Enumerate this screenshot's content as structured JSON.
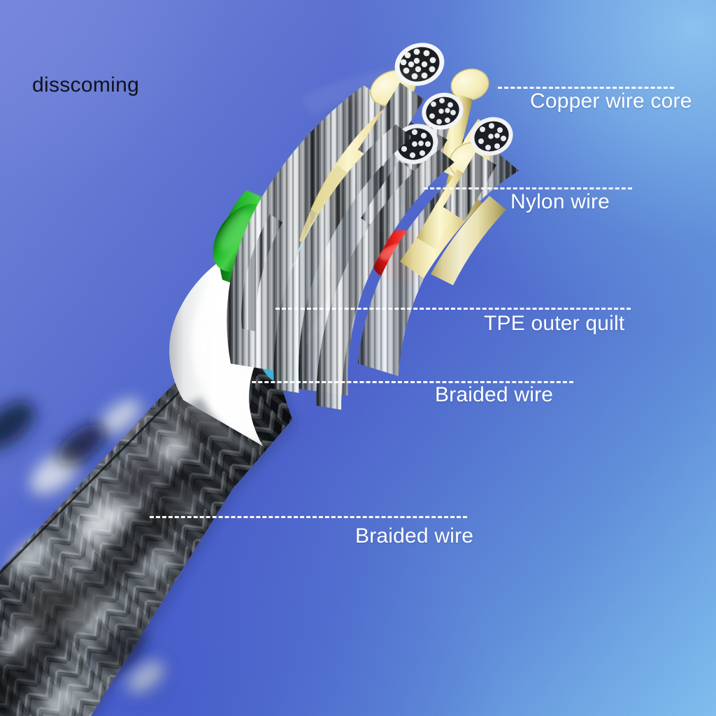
{
  "image": {
    "kind": "product-diagram",
    "subject": "USB charging cable cutaway cross-section",
    "watermark": "disscoming",
    "background": {
      "top_right_color": "#7cbbee",
      "top_left_color": "#6f80d8",
      "bottom_left_color": "#4a5fc9",
      "bottom_right_color": "#5d8ad8"
    }
  },
  "labels": [
    {
      "id": "copper",
      "text": "Copper wire core"
    },
    {
      "id": "nylon",
      "text": "Nylon wire"
    },
    {
      "id": "tpe",
      "text": "TPE outer quilt"
    },
    {
      "id": "braid1",
      "text": "Braided wire"
    },
    {
      "id": "braid2",
      "text": "Braided wire"
    }
  ],
  "materials": {
    "copper_core_color": "#f5efb4",
    "nylon_strand_color": "#e9ecef",
    "tpe_jacket_color": "#fbfbfb",
    "braided_sheath_color": "#2b2f34",
    "inner_wire_green": "#16a81e",
    "inner_wire_blue": "#4ec3e8",
    "inner_wire_red": "#e01b1b",
    "label_text_color": "#ffffff",
    "watermark_color": "#12121a"
  }
}
